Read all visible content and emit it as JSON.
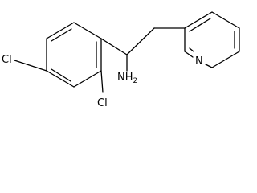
{
  "molecule": {
    "atoms": {
      "cl_para": {
        "symbol": "Cl"
      },
      "cl_ortho": {
        "symbol": "Cl"
      },
      "nitrogen_ring": {
        "symbol": "N"
      },
      "amine": {
        "symbol": "NH",
        "subscript": "2"
      }
    },
    "colors": {
      "bond": "#000000",
      "text": "#000000",
      "background": "#ffffff"
    }
  }
}
